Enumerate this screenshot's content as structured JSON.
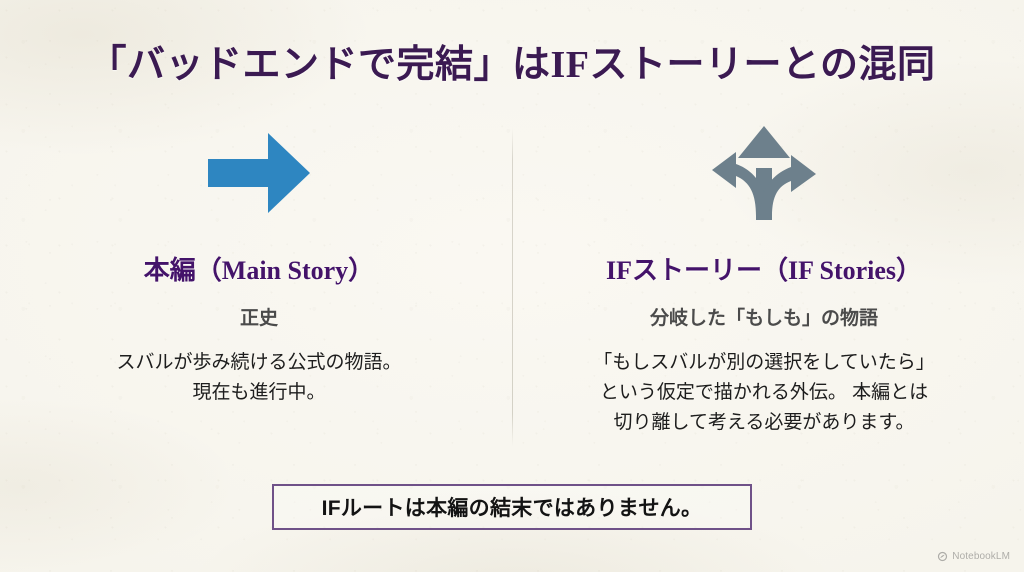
{
  "slide": {
    "title": "「バッドエンドで完結」はIFストーリーとの混同",
    "background_color": "#f7f5ee",
    "title_color": "#3b1a52"
  },
  "columns": [
    {
      "icon": "right-arrow-icon",
      "icon_color": "#2e86c1",
      "heading": "本編（Main Story）",
      "heading_color": "#44136a",
      "subheading": "正史",
      "subheading_color": "#4b4b4b",
      "body_lines": [
        "スバルが歩み続ける公式の物語。",
        "現在も進行中。"
      ]
    },
    {
      "icon": "three-way-branch-arrow-icon",
      "icon_color": "#6d808c",
      "heading": "IFストーリー（IF Stories）",
      "heading_color": "#44136a",
      "subheading": "分岐した「もしも」の物語",
      "subheading_color": "#4b4b4b",
      "body_lines": [
        "「もしスバルが別の選択をしていたら」",
        "という仮定で描かれる外伝。 本編とは",
        "切り離して考える必要があります。"
      ]
    }
  ],
  "callout": {
    "text": "IFルートは本編の結末ではありません。",
    "border_color": "#6f5188",
    "text_color": "#131313"
  },
  "watermark": {
    "label": "NotebookLM",
    "icon": "notebooklm-logo-icon"
  }
}
